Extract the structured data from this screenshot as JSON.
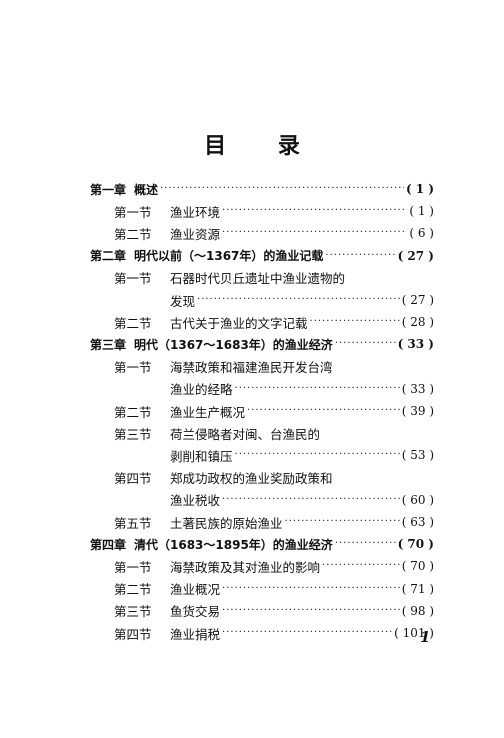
{
  "title": "目  录",
  "entries": [
    {
      "label": "第一章",
      "title": "概述",
      "page": "( 1 )",
      "level": "chapter"
    },
    {
      "label": "第一节",
      "title": "渔业环境",
      "page": "( 1 )",
      "level": "section"
    },
    {
      "label": "第二节",
      "title": "渔业资源",
      "page": "( 6 )",
      "level": "section"
    },
    {
      "label": "第二章",
      "title": "明代以前（～1367年）的渔业记载",
      "page": "( 27 )",
      "level": "chapter"
    },
    {
      "label": "第一节",
      "title": "石器时代贝丘遗址中渔业遗物的",
      "page": "",
      "level": "section"
    },
    {
      "label": "",
      "title": "发现",
      "page": "( 27 )",
      "level": "section"
    },
    {
      "label": "第二节",
      "title": "古代关于渔业的文字记载",
      "page": "( 28 )",
      "level": "section"
    },
    {
      "label": "第三章",
      "title": "明代（1367～1683年）的渔业经济",
      "page": "( 33 )",
      "level": "chapter"
    },
    {
      "label": "第一节",
      "title": "海禁政策和福建渔民开发台湾",
      "page": "",
      "level": "section"
    },
    {
      "label": "",
      "title": "渔业的经略",
      "page": "( 33 )",
      "level": "section"
    },
    {
      "label": "第二节",
      "title": "渔业生产概况",
      "page": "( 39 )",
      "level": "section"
    },
    {
      "label": "第三节",
      "title": "荷兰侵略者对闽、台渔民的",
      "page": "",
      "level": "section"
    },
    {
      "label": "",
      "title": "剥削和镇压",
      "page": "( 53 )",
      "level": "section"
    },
    {
      "label": "第四节",
      "title": "郑成功政权的渔业奖励政策和",
      "page": "",
      "level": "section"
    },
    {
      "label": "",
      "title": "渔业税收",
      "page": "( 60 )",
      "level": "section"
    },
    {
      "label": "第五节",
      "title": "土著民族的原始渔业",
      "page": "( 63 )",
      "level": "section"
    },
    {
      "label": "第四章",
      "title": "清代（1683～1895年）的渔业经济",
      "page": "( 70 )",
      "level": "chapter"
    },
    {
      "label": "第一节",
      "title": "海禁政策及其对渔业的影响",
      "page": "( 70 )",
      "level": "section"
    },
    {
      "label": "第二节",
      "title": "渔业概况",
      "page": "( 71 )",
      "level": "section"
    },
    {
      "label": "第三节",
      "title": "鱼货交易",
      "page": "( 98 )",
      "level": "section"
    },
    {
      "label": "第四节",
      "title": "渔业捐税",
      "page": "( 101 )",
      "level": "section"
    }
  ],
  "page_number": "1"
}
